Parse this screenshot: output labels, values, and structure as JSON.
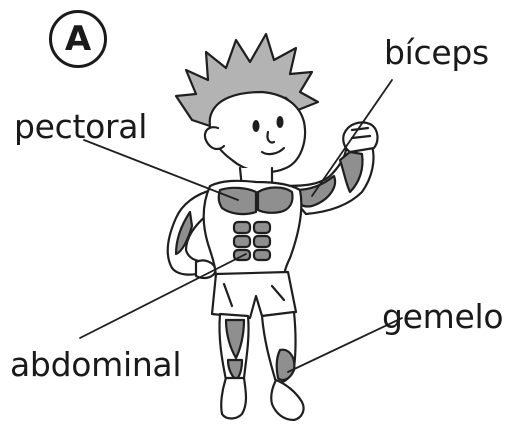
{
  "badge": {
    "letter": "A"
  },
  "labels": {
    "pectoral": "pectoral",
    "biceps": "bíceps",
    "abdominal": "abdominal",
    "gemelo": "gemelo"
  },
  "illustration": {
    "subject": "cartoon boy showing muscles",
    "muscle_fill": "#8f8f8f",
    "outline": "#1f1f1f"
  }
}
